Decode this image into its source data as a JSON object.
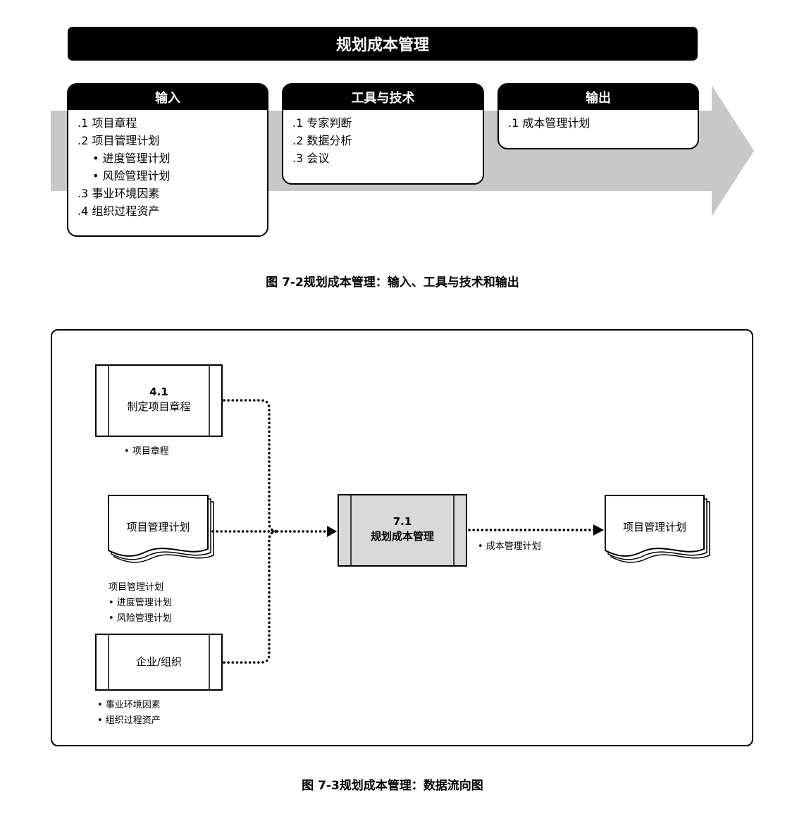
{
  "fig72": {
    "title": "规划成本管理",
    "inputs": {
      "header": "输入",
      "items": [
        ".1 项目章程",
        ".2 项目管理计划",
        "• 进度管理计划",
        "• 风险管理计划",
        ".3 事业环境因素",
        ".4 组织过程资产"
      ]
    },
    "tools": {
      "header": "工具与技术",
      "items": [
        ".1 专家判断",
        ".2 数据分析",
        ".3 会议"
      ]
    },
    "outputs": {
      "header": "输出",
      "items": [
        ".1 成本管理计划"
      ]
    },
    "caption": "图 7-2规划成本管理：输入、工具与技术和输出",
    "arrow_color": "#c8c8c8"
  },
  "fig73": {
    "charter_process": {
      "number": "4.1",
      "name": "制定项目章程"
    },
    "charter_note": "• 项目章程",
    "pm_plan_doc": "项目管理计划",
    "pm_plan_notes": [
      "项目管理计划",
      "• 进度管理计划",
      "• 风险管理计划"
    ],
    "enterprise": "企业/组织",
    "enterprise_notes": [
      "• 事业环境因素",
      "• 组织过程资产"
    ],
    "main_process": {
      "number": "7.1",
      "name": "规划成本管理"
    },
    "output_note": "• 成本管理计划",
    "output_doc": "项目管理计划",
    "caption": "图 7-3规划成本管理：数据流向图",
    "process_fill": "#d9d9d9"
  }
}
